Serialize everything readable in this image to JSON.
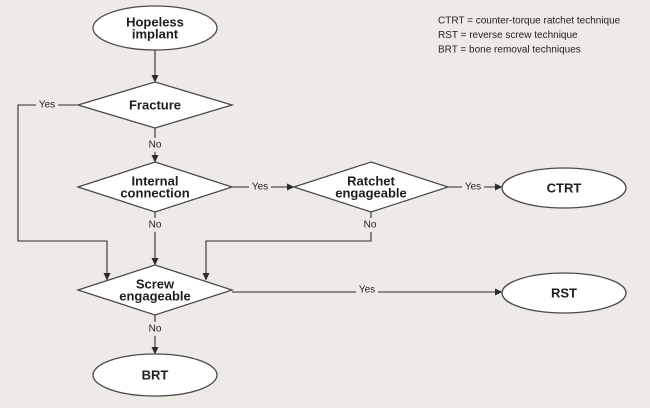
{
  "nodes": {
    "hopeless_implant": {
      "shape": "oval",
      "lines": [
        "Hopeless",
        "implant"
      ]
    },
    "fracture": {
      "shape": "diamond",
      "lines": [
        "Fracture"
      ]
    },
    "internal_connection": {
      "shape": "diamond",
      "lines": [
        "Internal",
        "connection"
      ]
    },
    "ratchet_engageable": {
      "shape": "diamond",
      "lines": [
        "Ratchet",
        "engageable"
      ]
    },
    "ctrt": {
      "shape": "oval",
      "lines": [
        "CTRT"
      ]
    },
    "screw_engageable": {
      "shape": "diamond",
      "lines": [
        "Screw",
        "engageable"
      ]
    },
    "rst": {
      "shape": "oval",
      "lines": [
        "RST"
      ]
    },
    "brt": {
      "shape": "oval",
      "lines": [
        "BRT"
      ]
    }
  },
  "edges": [
    {
      "from": "hopeless_implant",
      "to": "fracture",
      "label": ""
    },
    {
      "from": "fracture",
      "to": "internal_connection",
      "label": "No"
    },
    {
      "from": "fracture",
      "to": "screw_engageable",
      "label": "Yes"
    },
    {
      "from": "internal_connection",
      "to": "ratchet_engageable",
      "label": "Yes"
    },
    {
      "from": "internal_connection",
      "to": "screw_engageable",
      "label": "No"
    },
    {
      "from": "ratchet_engageable",
      "to": "ctrt",
      "label": "Yes"
    },
    {
      "from": "ratchet_engageable",
      "to": "screw_engageable",
      "label": "No"
    },
    {
      "from": "screw_engageable",
      "to": "rst",
      "label": "Yes"
    },
    {
      "from": "screw_engageable",
      "to": "brt",
      "label": "No"
    }
  ],
  "legend": [
    "CTRT = counter-torque ratchet technique",
    "RST = reverse screw technique",
    "BRT = bone removal techniques"
  ],
  "colors": {
    "background": "#eeebe7",
    "node_fill": "#ffffff",
    "node_stroke": "#4a4a4a",
    "edge": "#2c2c2c",
    "text": "#1e1e1e"
  }
}
